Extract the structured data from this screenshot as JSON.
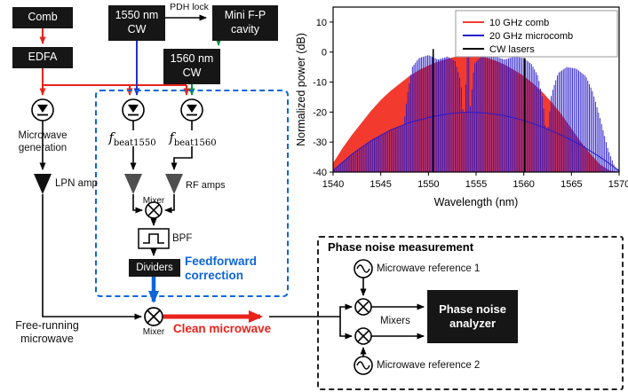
{
  "colors": {
    "wire-red": "#e8231c",
    "wire-blue": "#2230c8",
    "wire-green": "#00963a",
    "accent-blue": "#0d65d8",
    "box-bg": "#161616",
    "amp-gray": "#4f4f4f"
  },
  "diagram": {
    "comb": "Comb",
    "edfa": "EDFA",
    "cw1550": "1550 nm CW",
    "pdh_lock": "PDH lock",
    "cavity": "Mini F-P cavity",
    "cw1560": "1560 nm CW",
    "microwave_generation": "Microwave generation",
    "fbeat1550": {
      "f": "f",
      "sub": "beat1550"
    },
    "fbeat1560": {
      "f": "f",
      "sub": "beat1560"
    },
    "lpn_amp": "LPN amp",
    "mixer_ff": "Mixer",
    "rf_amps": "RF amps",
    "bpf": "BPF",
    "dividers": "Dividers",
    "feedforward_line1": "Feedforward",
    "feedforward_line2": "correction",
    "free_running_line1": "Free-running",
    "free_running_line2": "microwave",
    "mixer_main": "Mixer",
    "clean_microwave": "Clean microwave",
    "phase_noise": {
      "title": "Phase noise measurement",
      "ref1": "Microwave reference 1",
      "ref2": "Microwave reference 2",
      "mixers": "Mixers",
      "analyzer": "Phase noise analyzer"
    }
  },
  "chart_data": {
    "type": "line",
    "title": "",
    "xlabel": "Wavelength (nm)",
    "ylabel": "Normalized power (dB)",
    "xlim": [
      1540,
      1570
    ],
    "ylim": [
      -40,
      15
    ],
    "xticks": [
      1540,
      1545,
      1550,
      1555,
      1560,
      1565,
      1570
    ],
    "yticks": [
      10,
      0,
      -10,
      -20,
      -30,
      -40
    ],
    "grid": false,
    "legend_position": "top-right",
    "series": [
      {
        "name": "10 GHz comb",
        "color": "#f23b2e",
        "type": "comb-fill",
        "comb_spacing_nm": 0.08,
        "envelope": [
          [
            1540,
            -37
          ],
          [
            1541,
            -32
          ],
          [
            1542,
            -27.5
          ],
          [
            1543,
            -23.5
          ],
          [
            1544,
            -19.5
          ],
          [
            1545,
            -16
          ],
          [
            1546,
            -13
          ],
          [
            1547,
            -10.5
          ],
          [
            1548,
            -8
          ],
          [
            1549,
            -6
          ],
          [
            1550,
            -4.5
          ],
          [
            1551,
            -3.2
          ],
          [
            1552,
            -2.2
          ],
          [
            1553,
            -1.4
          ],
          [
            1554,
            -1
          ],
          [
            1555,
            -1.2
          ],
          [
            1556,
            -1.8
          ],
          [
            1557,
            -2.8
          ],
          [
            1558,
            -4.2
          ],
          [
            1559,
            -6
          ],
          [
            1560,
            -8
          ],
          [
            1561,
            -10.5
          ],
          [
            1562,
            -13.5
          ],
          [
            1563,
            -17
          ],
          [
            1564,
            -21
          ],
          [
            1565,
            -25.5
          ],
          [
            1566,
            -30
          ],
          [
            1567,
            -34
          ],
          [
            1568,
            -37.5
          ],
          [
            1569,
            -39.5
          ],
          [
            1570,
            -40
          ]
        ]
      },
      {
        "name": "20 GHz microcomb",
        "color": "#2618cc",
        "type": "comb-lines",
        "comb_spacing_nm": 0.16,
        "envelope_main": [
          [
            1540,
            -40
          ],
          [
            1545,
            -40
          ],
          [
            1546.5,
            -38
          ],
          [
            1547.2,
            -30
          ],
          [
            1547.8,
            -14
          ],
          [
            1548.3,
            -5
          ],
          [
            1549,
            -2
          ],
          [
            1550,
            -1
          ],
          [
            1551,
            -2.5
          ],
          [
            1552,
            -1.5
          ],
          [
            1552.8,
            -3
          ],
          [
            1553.4,
            -10
          ],
          [
            1553.8,
            -28
          ],
          [
            1554.1,
            15
          ],
          [
            1554.4,
            -18
          ],
          [
            1554.8,
            -4
          ],
          [
            1555.5,
            -1.5
          ],
          [
            1556.2,
            -0.5
          ],
          [
            1557,
            -1.5
          ],
          [
            1558,
            -2.5
          ],
          [
            1559,
            -1.5
          ],
          [
            1560,
            -2
          ],
          [
            1560.8,
            -4
          ],
          [
            1561.5,
            -8
          ],
          [
            1562,
            -16
          ],
          [
            1562.4,
            -30
          ],
          [
            1562.9,
            -14
          ],
          [
            1563.6,
            -7
          ],
          [
            1564.5,
            -5
          ],
          [
            1565.5,
            -5.5
          ],
          [
            1566.5,
            -8
          ],
          [
            1567.2,
            -13
          ],
          [
            1568,
            -22
          ],
          [
            1568.8,
            -32
          ],
          [
            1569.5,
            -38
          ],
          [
            1570,
            -40
          ]
        ],
        "envelope_weak": [
          [
            1540,
            -39.5
          ],
          [
            1542,
            -34
          ],
          [
            1544,
            -29.5
          ],
          [
            1546,
            -26
          ],
          [
            1548,
            -23.5
          ],
          [
            1550,
            -21.8
          ],
          [
            1552,
            -20.6
          ],
          [
            1554,
            -20
          ],
          [
            1556,
            -20.3
          ],
          [
            1558,
            -21.2
          ],
          [
            1560,
            -22.8
          ],
          [
            1562,
            -25
          ],
          [
            1564,
            -27.8
          ],
          [
            1566,
            -31
          ],
          [
            1568,
            -35
          ],
          [
            1570,
            -39.5
          ]
        ]
      },
      {
        "name": "CW lasers",
        "color": "#000000",
        "type": "vlines",
        "lines": [
          {
            "x": 1550.5,
            "top": 1,
            "bottom": -40
          },
          {
            "x": 1560.1,
            "top": -2,
            "bottom": -40
          }
        ]
      }
    ]
  }
}
